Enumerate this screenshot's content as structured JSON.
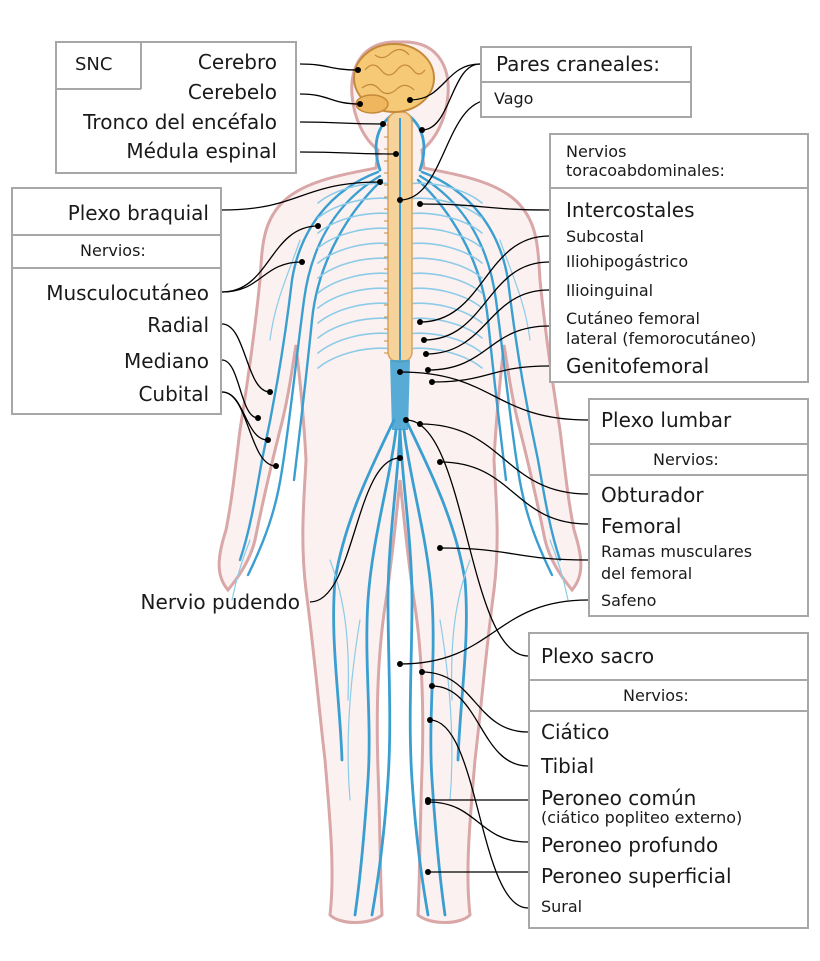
{
  "snc_box": {
    "title": "SNC",
    "items": [
      "Cerebro",
      "Cerebelo",
      "Tronco del encéfalo",
      "Médula espinal"
    ]
  },
  "plexo_braquial_box": {
    "title": "Plexo braquial",
    "subtitle": "Nervios:",
    "items": [
      "Musculocutáneo",
      "Radial",
      "Mediano",
      "Cubital"
    ]
  },
  "pares_craneales_box": {
    "title": "Pares craneales:",
    "items": [
      "Vago"
    ]
  },
  "toracoabdominales_box": {
    "title_line1": "Nervios",
    "title_line2": "toracoabdominales:",
    "items": [
      "Intercostales",
      "Subcostal",
      "Iliohipogástrico",
      "Ilioinguinal",
      "Cutáneo femoral",
      "lateral (femorocutáneo)",
      "Genitofemoral"
    ]
  },
  "plexo_lumbar_box": {
    "title": "Plexo lumbar",
    "subtitle": "Nervios:",
    "items": [
      "Obturador",
      "Femoral",
      "Ramas musculares",
      "del femoral",
      "Safeno"
    ]
  },
  "nervio_pudendo": "Nervio pudendo",
  "plexo_sacro_box": {
    "title": "Plexo sacro",
    "subtitle": "Nervios:",
    "items": [
      "Ciático",
      "Tibial",
      "Peroneo común",
      "(ciático popliteo externo)",
      "Peroneo profundo",
      "Peroneo superficial",
      "Sural"
    ]
  },
  "colors": {
    "nerve": "#3a9fd0",
    "nerve_light": "#8ccbe8",
    "body_outline": "#d9a7a7",
    "brain": "#f6c977",
    "spine": "#f6d39b",
    "box_border": "#a7a7a7",
    "leader": "#000000"
  }
}
